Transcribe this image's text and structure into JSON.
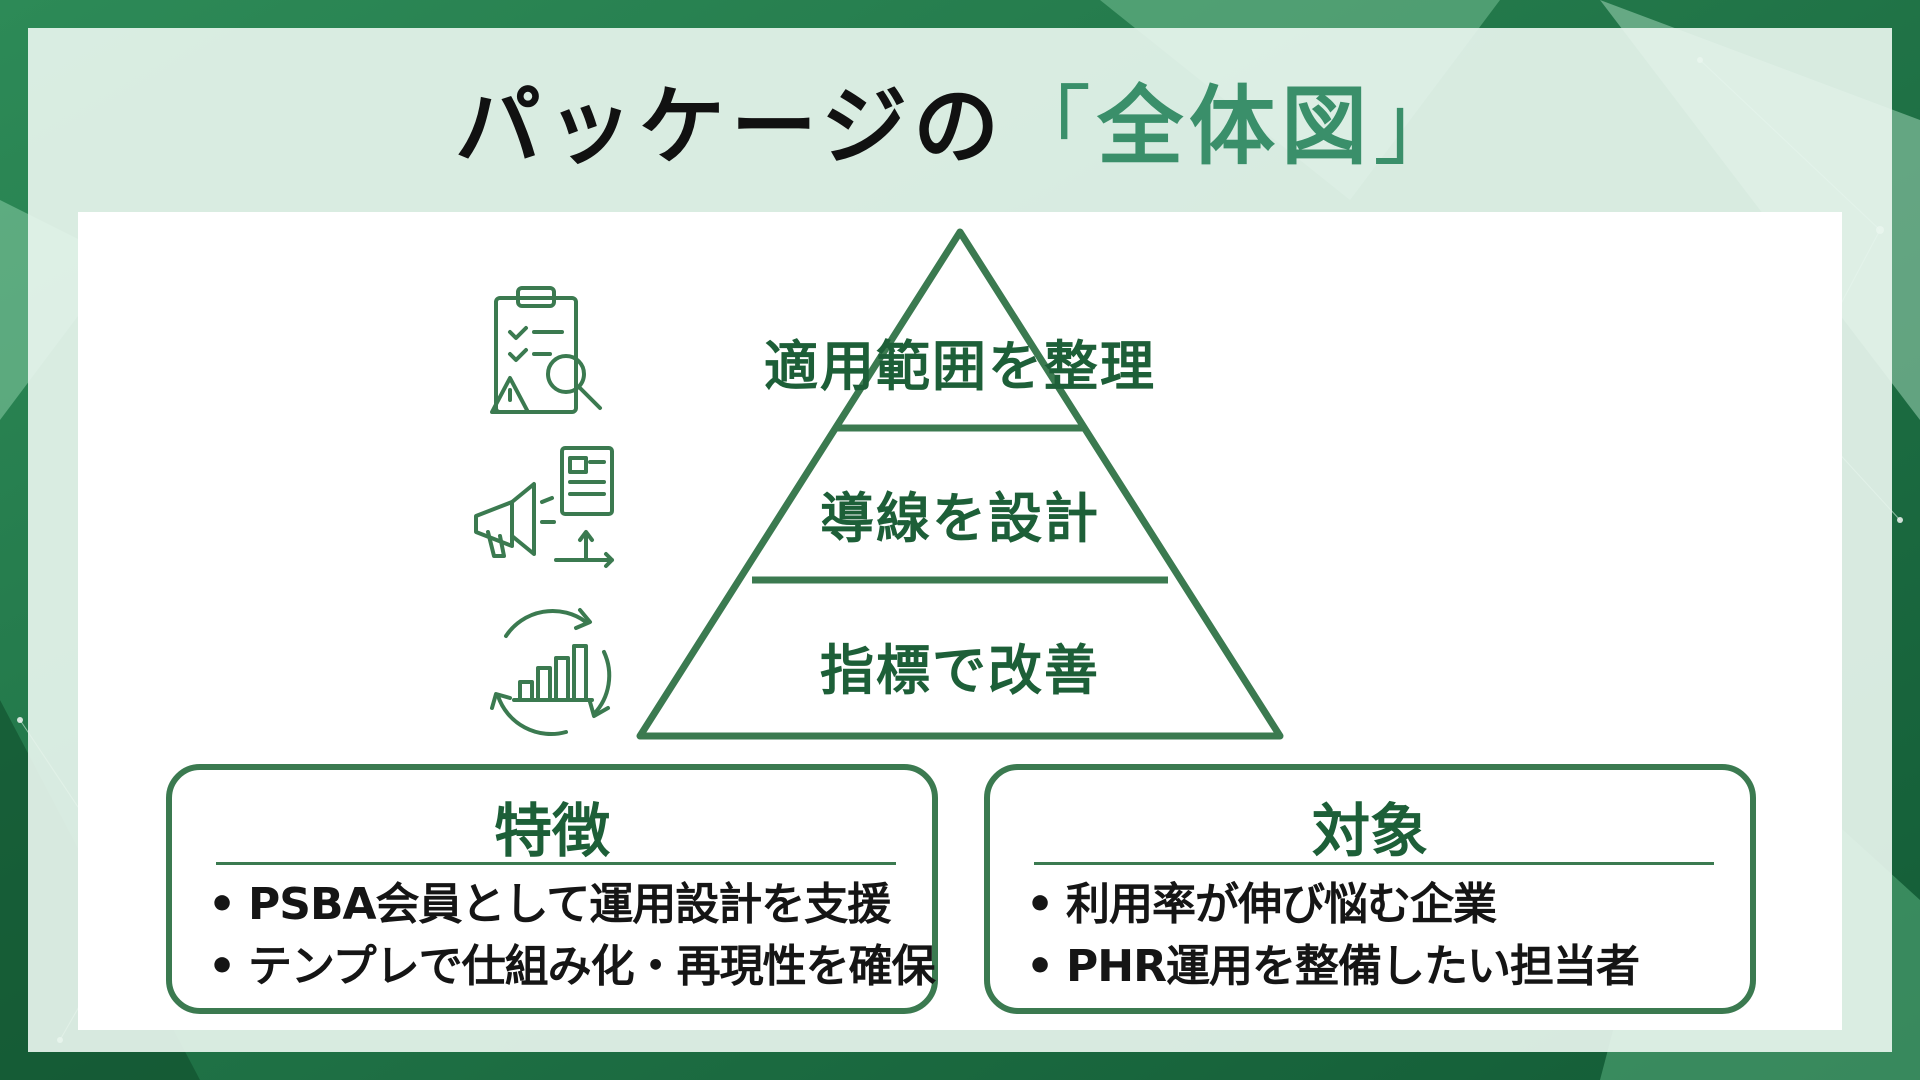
{
  "slide": {
    "title": {
      "prefix": "パッケージの",
      "open_bracket": "「",
      "accent": "全体図",
      "close_bracket": "」"
    }
  },
  "pyramid": {
    "tiers": [
      {
        "label": "適用範囲を整理",
        "icon": "clipboard-search-icon"
      },
      {
        "label": "導線を設計",
        "icon": "megaphone-document-icon"
      },
      {
        "label": "指標で改善",
        "icon": "cycle-chart-icon"
      }
    ]
  },
  "features": {
    "heading": "特徴",
    "bullet": "•",
    "items": [
      "PSBA会員として運用設計を支援",
      "テンプレで仕組み化・再現性を確保"
    ]
  },
  "targets": {
    "heading": "対象",
    "bullet": "•",
    "items": [
      "利用率が伸び悩む企業",
      "PHR運用を整備したい担当者"
    ]
  },
  "colors": {
    "primary_green": "#3b7a50",
    "text_green": "#1d5f38",
    "accent_green": "#3a8f6a",
    "background_green": "#1f6f45"
  }
}
